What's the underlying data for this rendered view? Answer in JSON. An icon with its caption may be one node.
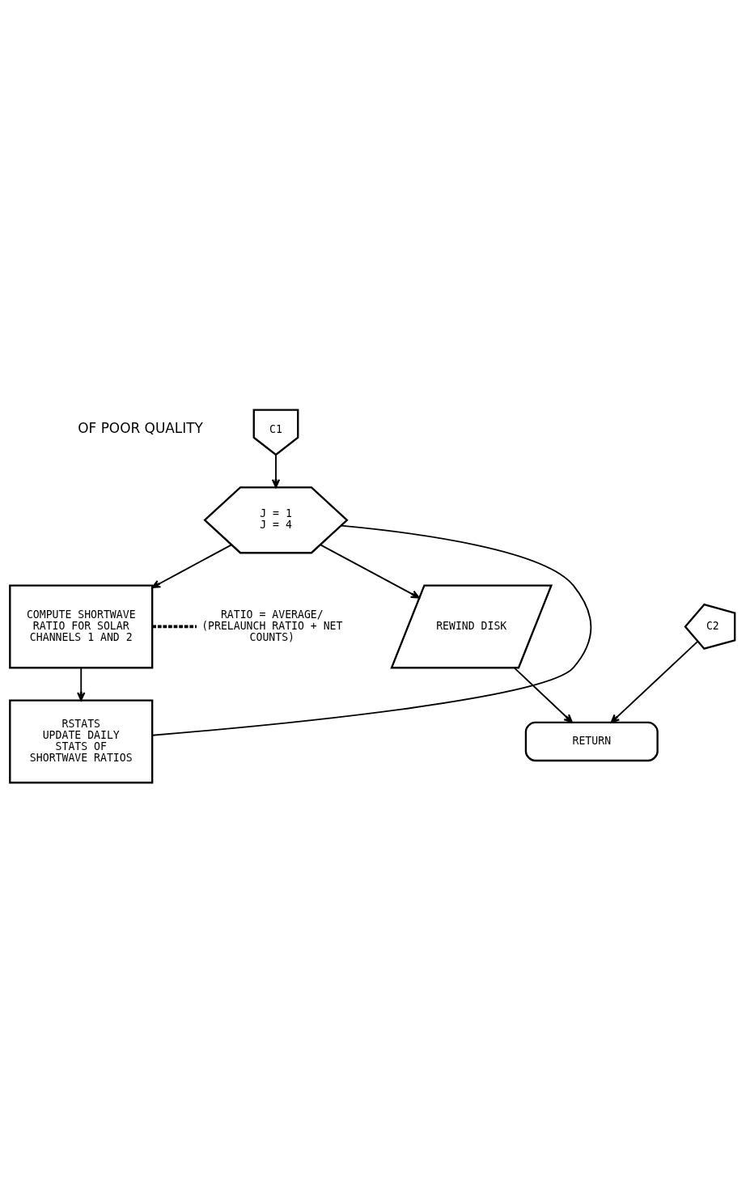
{
  "diagram": {
    "nodes": [
      {
        "text": [
          "C1"
        ]
      },
      {
        "text": [
          "J = 1",
          "J = 4"
        ]
      },
      {
        "text": [
          "COMPUTE SHORTWAVE RATIO FOR SOLAR CHANNELS 1 AND 2"
        ]
      },
      {
        "text": [
          "RSTATS",
          "UPDATE DAILY STATS OF SHORTWAVE RATIOS"
        ]
      },
      {
        "text": [
          "REWIND DISK"
        ]
      },
      {
        "text": [
          "C2"
        ]
      },
      {
        "text": [
          "RETURN"
        ]
      },
      {
        "text": [
          "RATIO = AVERAGE/ (PRELAUNCH RATIO + NET COUNTS)"
        ]
      }
    ],
    "edges": [
      {
        "from": 0,
        "to": 1,
        "arrow": "to"
      },
      {
        "from": 1,
        "to": 2,
        "arrow": "to"
      },
      {
        "from": 2,
        "to": 3,
        "arrow": "to"
      },
      {
        "from": 3,
        "to": 1,
        "arrow": "none"
      },
      {
        "from": 1,
        "to": 4,
        "arrow": "to"
      },
      {
        "from": 4,
        "to": 6,
        "arrow": "to"
      },
      {
        "from": 5,
        "to": 6,
        "arrow": "to"
      },
      {
        "from": 2,
        "to": 7,
        "arrow": "none",
        "style": "dashed"
      }
    ],
    "labels": [
      "OF POOR QUALITY"
    ]
  }
}
